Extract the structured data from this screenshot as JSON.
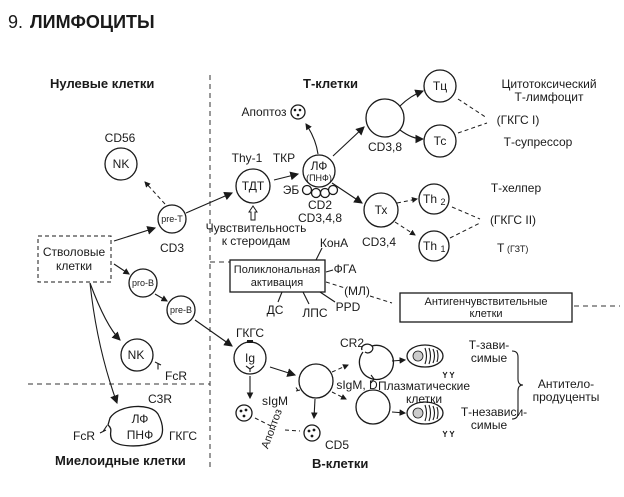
{
  "title": {
    "number": "9.",
    "text": "ЛИМФОЦИТЫ"
  },
  "sections": {
    "null_cells": "Нулевые  клетки",
    "t_cells": "Т-клетки",
    "myeloid_cells": "Миелоидные клетки",
    "b_cells": "В-клетки"
  },
  "stem": {
    "line1": "Стволовые",
    "line2": "клетки"
  },
  "null_branch": {
    "nk_marker": "CD56",
    "nk_label": "NK",
    "pre_t": "pre-T",
    "pre_t_marker": "CD3",
    "pro_b": "pro-B",
    "pre_b": "pre-B",
    "nk2_label": "NK",
    "nk2_receptor": "FcR"
  },
  "myeloid": {
    "c3r": "C3R",
    "line1": "ЛФ",
    "line2": "ПНФ",
    "fcr": "FcR",
    "mhc": "ГКГС"
  },
  "t_branch": {
    "apoptosis": "Апоптоз",
    "thy1": "Thy-1",
    "tdt": "ТДТ",
    "tcr": "ТКР",
    "lf": "ЛФ",
    "pnf": "(ПНФ)",
    "eb": "ЭБ",
    "cd2": "CD2",
    "cd348": "CD3,4,8",
    "steroid1": "Чувствительность",
    "steroid2": "к стероидам",
    "cd38": "CD3,8",
    "tc_label": "Тц",
    "ts_label": "Тс",
    "cytotoxic1": "Цитотоксический",
    "cytotoxic2": "Т-лимфоцит",
    "mhc1": "(ГКГС I)",
    "suppressor": "Т-супрессор",
    "th_label": "Тх",
    "cd34": "CD3,4",
    "th2_main": "Th",
    "th2_sub": "2",
    "th1_main": "Th",
    "th1_sub": "1",
    "helper": "Т-хелпер",
    "mhc2": "(ГКГС II)",
    "dth": "Т",
    "dth_sub": "(ГЗТ)"
  },
  "polyclonal": {
    "line1": "Поликлональная",
    "line2": "активация",
    "mitogens": [
      "КонА",
      "ФГА",
      "(МЛ)",
      "PPD",
      "ЛПС",
      "ДС"
    ]
  },
  "antigen_sensitive": {
    "line1": "Антигенчувствительные",
    "line2": "клетки"
  },
  "b_branch": {
    "mhc": "ГКГС",
    "ig": "Ig",
    "sigm": "sIgM",
    "sigmd": "sIgM, D",
    "cr2": "CR2",
    "apoptosis": "Апоптоз",
    "cd5": "CD5",
    "plasma1": "Плазматические",
    "plasma2": "клетки",
    "t_dep1": "Т-зави-",
    "t_dep2": "симые",
    "t_indep1": "Т-независи-",
    "t_indep2": "симые",
    "ab1": "Антитело-",
    "ab2": "продуценты"
  }
}
